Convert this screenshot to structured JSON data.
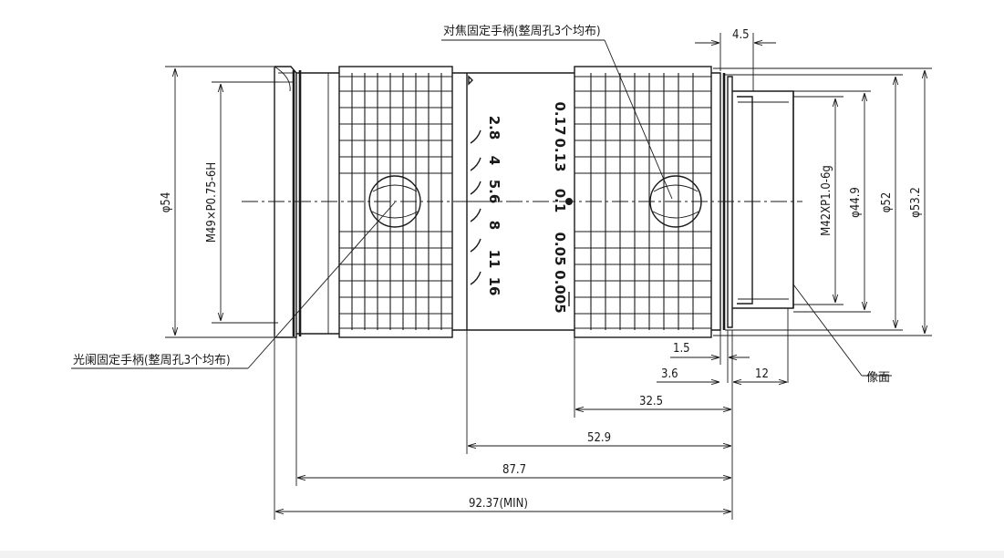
{
  "callouts": {
    "focus_handle": "对焦固定手柄(整周孔3个均布)",
    "iris_handle": "光阑固定手柄(整周孔3个均布)",
    "image_plane": "像面"
  },
  "diameters": {
    "front_outer": "φ54",
    "front_thread": "M49×P0.75-6H",
    "mount_thread": "M42XP1.0-6g",
    "d44_9": "φ44.9",
    "d52": "φ52",
    "d53_2": "φ53.2"
  },
  "lengths": {
    "d4_5": "4.5",
    "d1_5": "1.5",
    "d3_6": "3.6",
    "d12": "12",
    "d32_5": "32.5",
    "d52_9": "52.9",
    "d87_7": "87.7",
    "d92_37": "92.37(MIN)"
  },
  "aperture_scale": [
    "2.8",
    "4",
    "5.6",
    "8",
    "11",
    "16"
  ],
  "distance_scale": [
    "0.17",
    "0.13",
    "0.1",
    "0.05",
    "0.005"
  ]
}
